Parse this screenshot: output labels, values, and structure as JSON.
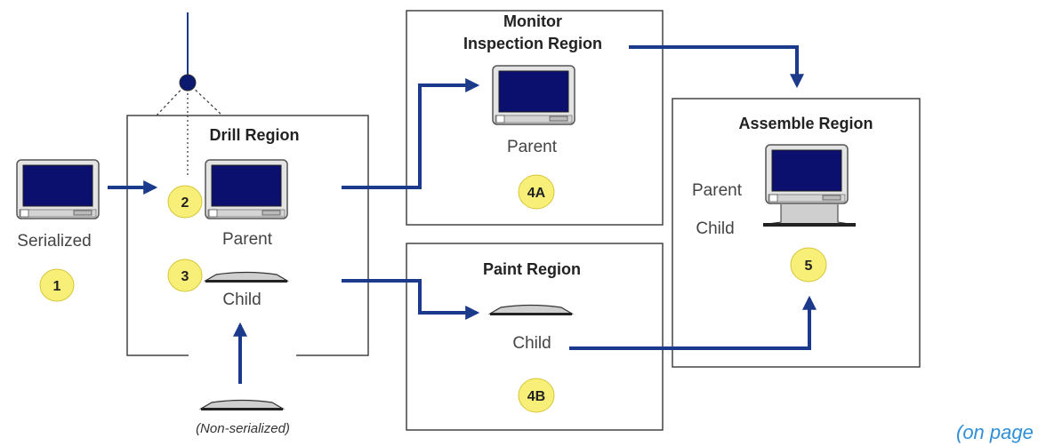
{
  "regions": {
    "drill": {
      "title": "Drill Region"
    },
    "monitor": {
      "title_line1": "Monitor",
      "title_line2": "Inspection Region",
      "parent_label": "Parent",
      "step": "4A"
    },
    "paint": {
      "title": "Paint Region",
      "child_label": "Child",
      "step": "4B"
    },
    "assemble": {
      "title": "Assemble Region",
      "parent_label": "Parent",
      "child_label": "Child",
      "step": "5"
    }
  },
  "drill_items": {
    "parent_label": "Parent",
    "parent_step": "2",
    "child_label": "Child",
    "child_step": "3"
  },
  "source": {
    "label": "Serialized",
    "step": "1"
  },
  "non_serialized": {
    "label": "(Non-serialized)"
  },
  "page_ref": "(on page",
  "colors": {
    "flow": "#1c3a8c",
    "screen": "#0b0f6e",
    "badge": "#f8ef78",
    "pageref": "#2f8fd8"
  },
  "icons": [
    "monitor-icon",
    "base-plate-icon",
    "pivot-node-icon",
    "arrow-icon"
  ]
}
